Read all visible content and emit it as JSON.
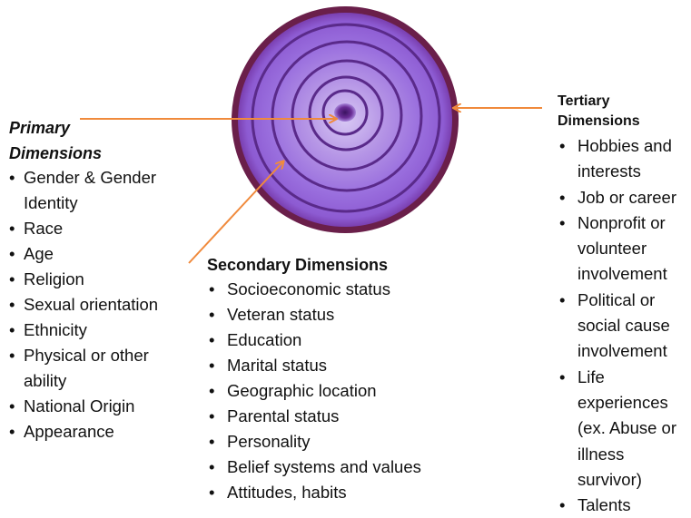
{
  "primary": {
    "heading": "Primary Dimensions",
    "items": [
      "Gender & Gender Identity",
      "Race",
      "Age",
      "Religion",
      "Sexual orientation",
      "Ethnicity",
      "Physical or other ability",
      "National Origin",
      "Appearance"
    ]
  },
  "secondary": {
    "heading": "Secondary Dimensions",
    "items": [
      "Socioeconomic status",
      "Veteran status",
      "Education",
      "Marital status",
      "Geographic location",
      "Parental status",
      "Personality",
      "Belief systems and values",
      "Attitudes, habits"
    ]
  },
  "tertiary": {
    "heading": "Tertiary Dimensions",
    "items": [
      "Hobbies and interests",
      "Job or career",
      "Nonprofit or volunteer involvement",
      "Political or social cause involvement",
      "Life experiences (ex. Abuse or illness survivor)",
      "Talents"
    ]
  },
  "colors": {
    "arrow": "#f08a3c",
    "onion_outer": "#6a1f4a",
    "onion_purple": "#8a5ad0",
    "onion_light": "#d4c2f2",
    "ring_line": "#5a2a8a"
  }
}
